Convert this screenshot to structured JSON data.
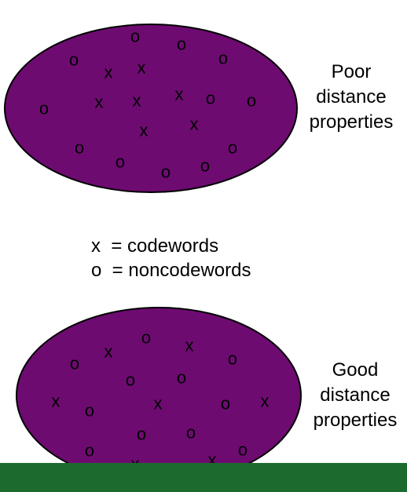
{
  "colors": {
    "blob_fill": "#6e0b71",
    "blob_stroke": "#000000",
    "footer": "#1d6a2f",
    "symbol": "#000000"
  },
  "poor": {
    "caption": [
      "Poor",
      "distance",
      "properties"
    ],
    "symbols": [
      {
        "t": "o"
      },
      {
        "t": "o"
      },
      {
        "t": "o"
      },
      {
        "t": "o"
      },
      {
        "t": "x"
      },
      {
        "t": "x"
      },
      {
        "t": "o"
      },
      {
        "t": "x"
      },
      {
        "t": "x"
      },
      {
        "t": "x"
      },
      {
        "t": "o"
      },
      {
        "t": "o"
      },
      {
        "t": "x"
      },
      {
        "t": "x"
      },
      {
        "t": "o"
      },
      {
        "t": "o"
      },
      {
        "t": "o"
      },
      {
        "t": "o"
      },
      {
        "t": "o"
      }
    ]
  },
  "legend": {
    "codewords": "x  = codewords",
    "noncodewords": "o  = noncodewords"
  },
  "good": {
    "caption": [
      "Good",
      "distance",
      "properties"
    ],
    "symbols": [
      {
        "t": "o"
      },
      {
        "t": "x"
      },
      {
        "t": "x"
      },
      {
        "t": "o"
      },
      {
        "t": "o"
      },
      {
        "t": "o"
      },
      {
        "t": "o"
      },
      {
        "t": "x"
      },
      {
        "t": "o"
      },
      {
        "t": "x"
      },
      {
        "t": "o"
      },
      {
        "t": "x"
      },
      {
        "t": "o"
      },
      {
        "t": "o"
      },
      {
        "t": "o"
      },
      {
        "t": "x"
      },
      {
        "t": "o"
      },
      {
        "t": "x"
      },
      {
        "t": "o"
      }
    ]
  }
}
